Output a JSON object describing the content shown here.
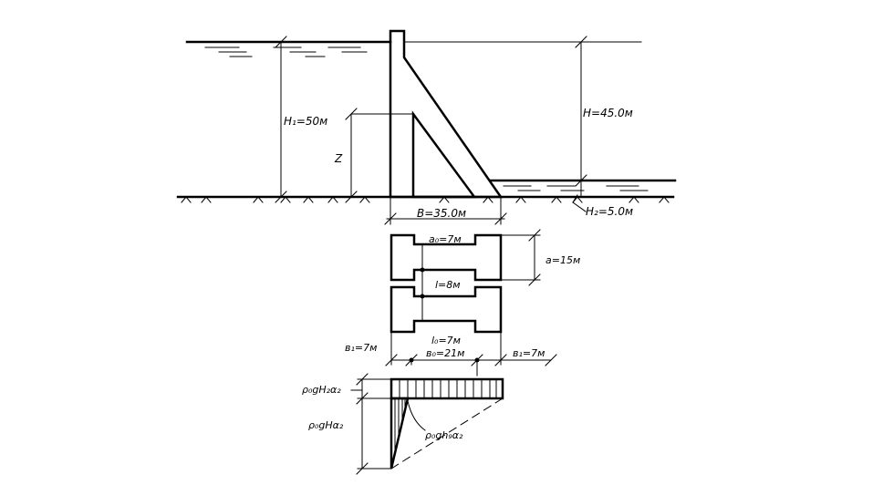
{
  "labels": {
    "h1": "H₁=50м",
    "z": "Z",
    "h": "H=45.0м",
    "b": "B=35.0м",
    "h2": "H₂=5.0м",
    "a0": "a₀=7м",
    "a": "a=15м",
    "l": "l=8м",
    "l0": "l₀=7м",
    "b0": "в₀=21м",
    "b1_left": "в₁=7м",
    "b1_right": "в₁=7м",
    "p_top": "ρ₀gH₂α₂",
    "p_mid": "ρ₀gHα₂",
    "p_diag": "ρ₀gh₉α₂"
  },
  "colors": {
    "ink": "#000000",
    "paper": "#ffffff"
  }
}
